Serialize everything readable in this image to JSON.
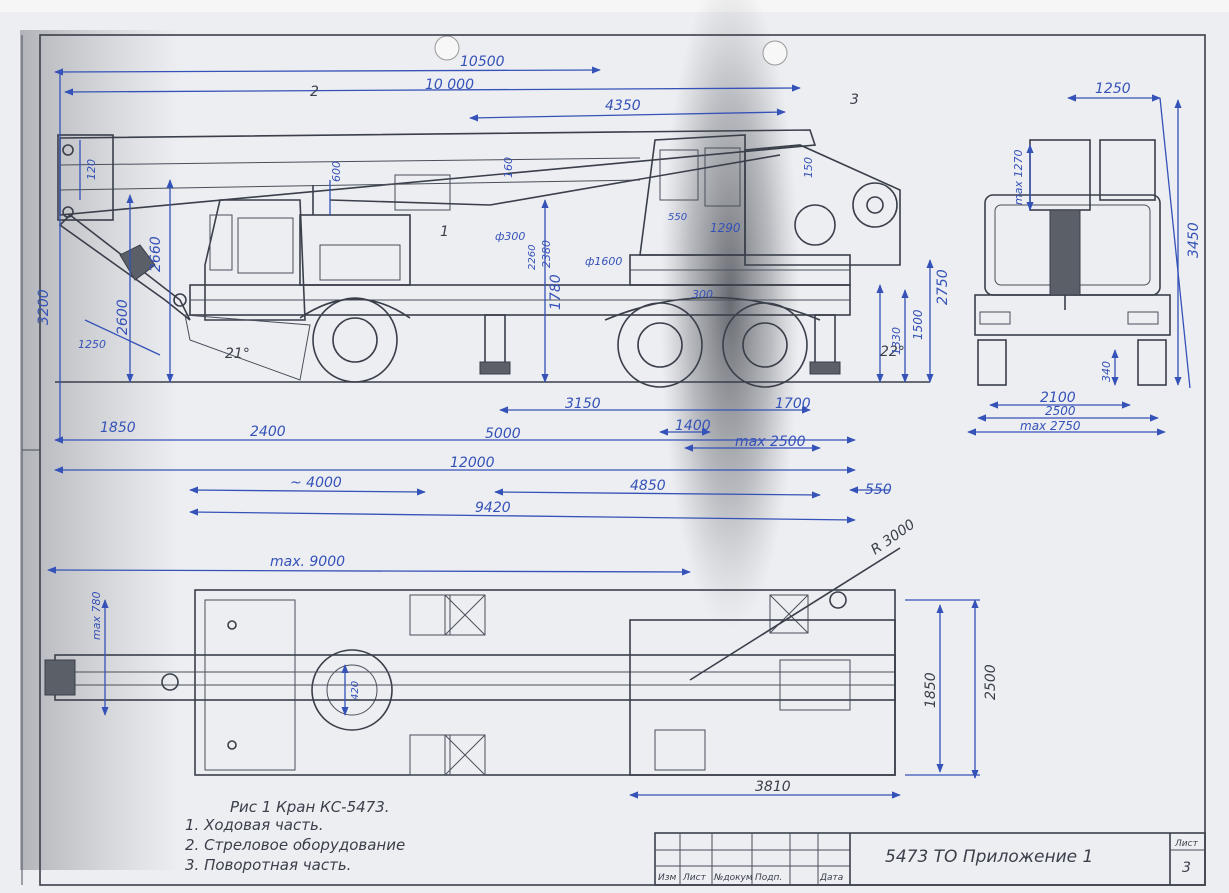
{
  "dimensions": {
    "d10500": "10500",
    "d10000": "10 000",
    "d4350": "4350",
    "d1250_top": "1250",
    "d3450": "3450",
    "d1850": "1850",
    "d2400": "2400",
    "d5000": "5000",
    "d3150": "3150",
    "d1400": "1400",
    "d1700": "1700",
    "dmax2500": "max 2500",
    "d12000": "12000",
    "d4000": "~ 4000",
    "d4850": "4850",
    "d550": "550",
    "d9420": "9420",
    "d2100": "2100",
    "d2500": "2500",
    "dmax2750": "max 2750",
    "d340": "340",
    "dmax1270": "max 1270",
    "d3200": "3200",
    "d2660": "2660",
    "d2600": "2600",
    "d1250_side": "1250",
    "d21deg": "21°",
    "d22deg": "22°",
    "d1330": "1330",
    "d1500": "1500",
    "d2750": "2750",
    "d1780": "1780",
    "d300": "300",
    "d1600": "ф1600",
    "d300dia": "ф300",
    "d2260": "2260",
    "d2380": "2380",
    "d160": "160",
    "d600": "600",
    "d120": "120",
    "d550top": "550",
    "d1290": "1290",
    "d150": "150",
    "dmax9000": "max. 9000",
    "dR3000": "R 3000",
    "d1850_plan": "1850",
    "d2500_plan": "2500",
    "d3810": "3810",
    "dmax780": "max 780",
    "d420": "420"
  },
  "callouts": {
    "c1": "1",
    "c2": "2",
    "c3": "3"
  },
  "legend": {
    "title": "Рис 1 Кран КС-5473.",
    "item1": "1. Ходовая часть.",
    "item2": "2. Стреловое оборудование",
    "item3": "3. Поворотная часть."
  },
  "title_block": {
    "designation": "5473 ТО Приложение 1",
    "col_izm": "Изм",
    "col_list": "Лист",
    "col_doc": "№докум",
    "col_podp": "Подп.",
    "col_data": "Дата",
    "sheet_label": "Лист",
    "sheet_number": "3"
  },
  "colors": {
    "paper": "#e9ebef",
    "ink": "#3a3f4a",
    "pen": "#3552b8"
  }
}
